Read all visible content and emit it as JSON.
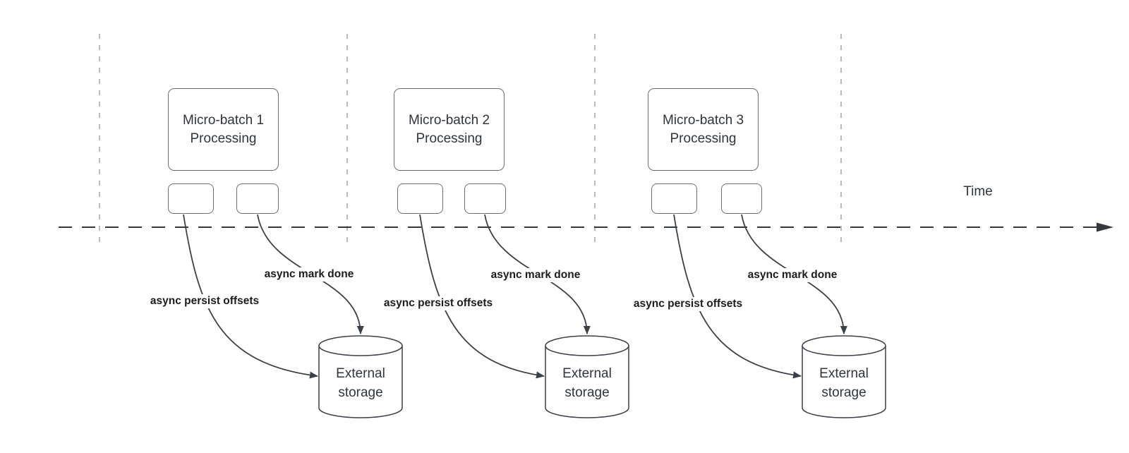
{
  "timeline": {
    "label": "Time"
  },
  "batches": [
    {
      "processing_label_lines": [
        "Micro-batch 1",
        "Processing"
      ],
      "persist_arrow_label": "async persist offsets",
      "mark_done_arrow_label": "async mark done",
      "storage_label_lines": [
        "External",
        "storage"
      ]
    },
    {
      "processing_label_lines": [
        "Micro-batch 2",
        "Processing"
      ],
      "persist_arrow_label": "async persist offsets",
      "mark_done_arrow_label": "async mark done",
      "storage_label_lines": [
        "External",
        "storage"
      ]
    },
    {
      "processing_label_lines": [
        "Micro-batch 3",
        "Processing"
      ],
      "persist_arrow_label": "async persist offsets",
      "mark_done_arrow_label": "async mark done",
      "storage_label_lines": [
        "External",
        "storage"
      ]
    }
  ],
  "colors": {
    "canvas-bg": "#ffffff",
    "gridline": "#a9a9ad",
    "timeline-line": "#33383d",
    "arrow-line": "#3b4149",
    "shape-border": "#6b7076",
    "shape-fill": "#ffffff",
    "shape-text": "#2f353c",
    "label-text": "#1a1c1f"
  }
}
